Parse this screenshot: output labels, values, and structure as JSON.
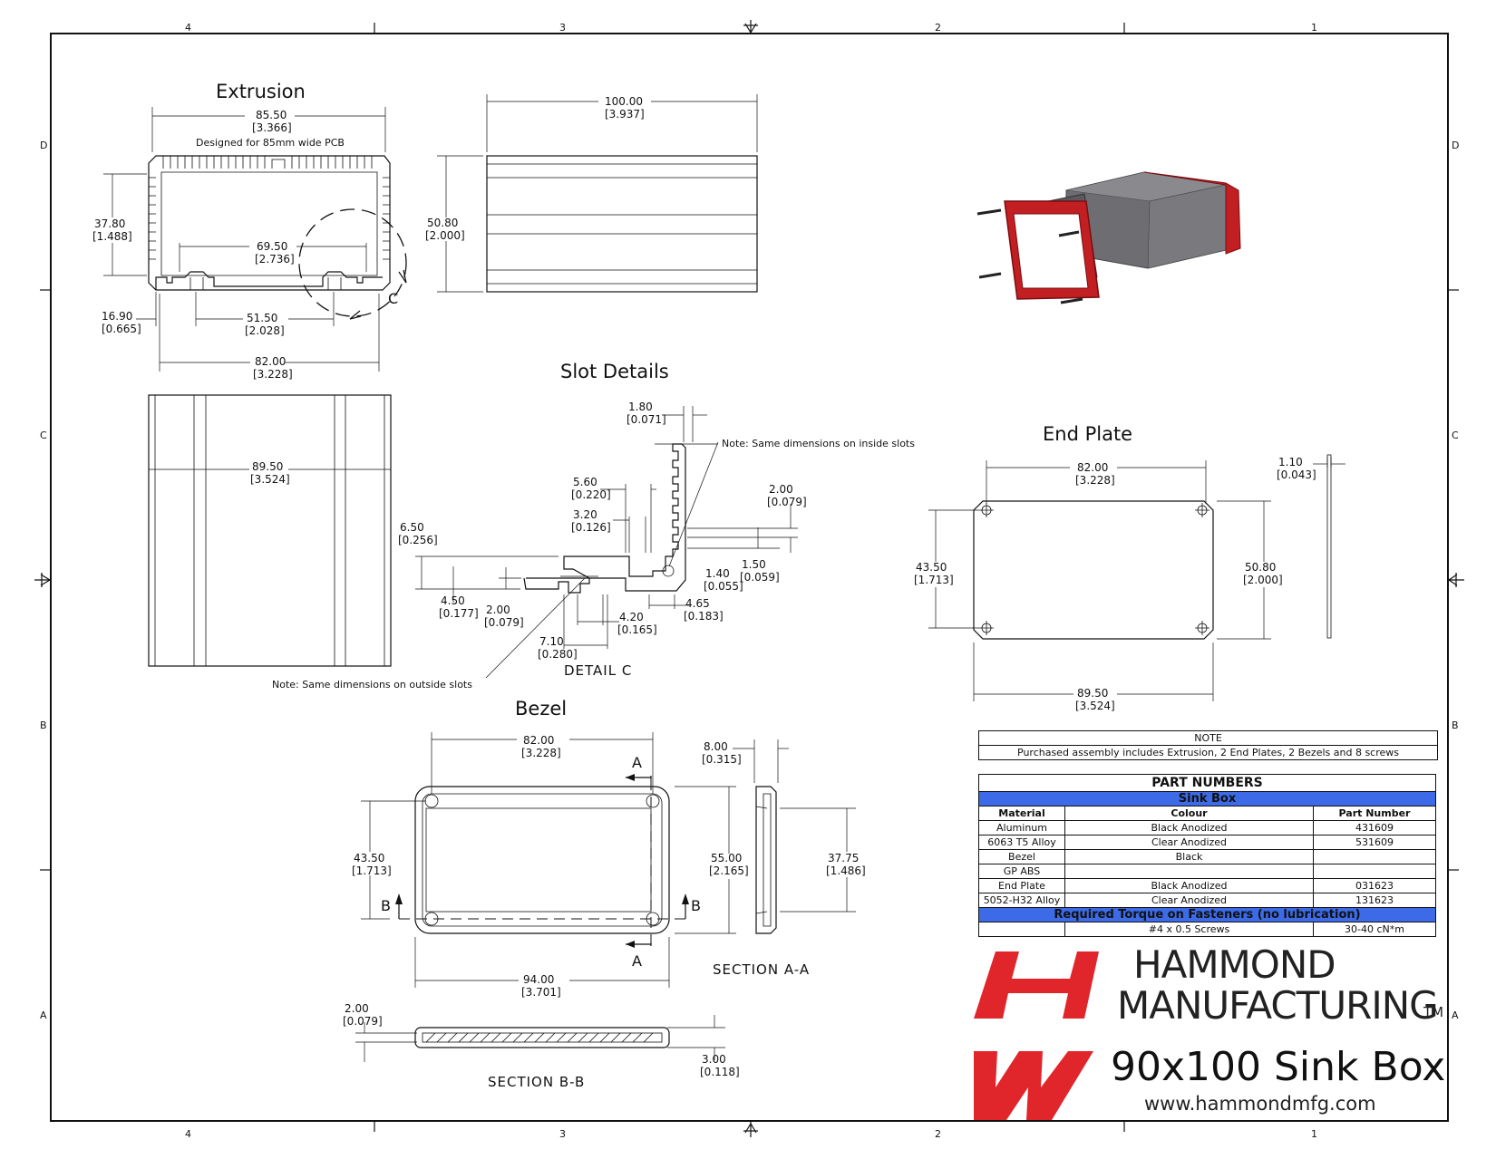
{
  "grid": {
    "cols": [
      "4",
      "3",
      "2",
      "1"
    ],
    "rows": [
      "D",
      "C",
      "B",
      "A"
    ]
  },
  "views": {
    "extrusion_title": "Extrusion",
    "slot_title": "Slot Details",
    "endplate_title": "End Plate",
    "bezel_title": "Bezel",
    "detail_c": "DETAIL  C",
    "section_aa": "SECTION  A-A",
    "section_bb": "SECTION  B-B",
    "marker_c": "C",
    "marker_a": "A",
    "marker_b": "B"
  },
  "extrusion": {
    "w_mm": "85.50",
    "w_in": "[3.366]",
    "pcb_note": "Designed for 85mm wide PCB",
    "h_mm": "37.80",
    "h_in": "[1.488]",
    "inner_mm": "69.50",
    "inner_in": "[2.736]",
    "off_mm": "16.90",
    "off_in": "[0.665]",
    "slot_mm": "51.50",
    "slot_in": "[2.028]",
    "base_mm": "82.00",
    "base_in": "[3.228]",
    "len_mm": "100.00",
    "len_in": "[3.937]",
    "ht_mm": "50.80",
    "ht_in": "[2.000]",
    "bottom_mm": "89.50",
    "bottom_in": "[3.524]"
  },
  "slot": {
    "d1_mm": "1.80",
    "d1_in": "[0.071]",
    "inside_note": "Note: Same dimensions on inside slots",
    "d2_mm": "5.60",
    "d2_in": "[0.220]",
    "d3_mm": "3.20",
    "d3_in": "[0.126]",
    "d4_mm": "2.00",
    "d4_in": "[0.079]",
    "d5_mm": "6.50",
    "d5_in": "[0.256]",
    "d6_mm": "1.50",
    "d6_in": "[0.059]",
    "d7_mm": "1.40",
    "d7_in": "[0.055]",
    "d8_mm": "4.50",
    "d8_in": "[0.177]",
    "d9_mm": "2.00",
    "d9_in": "[0.079]",
    "d10_mm": "4.20",
    "d10_in": "[0.165]",
    "d11_mm": "4.65",
    "d11_in": "[0.183]",
    "d12_mm": "7.10",
    "d12_in": "[0.280]",
    "outside_note": "Note: Same dimensions on outside slots"
  },
  "endplate": {
    "w_mm": "82.00",
    "w_in": "[3.228]",
    "t_mm": "1.10",
    "t_in": "[0.043]",
    "h_mm": "43.50",
    "h_in": "[1.713]",
    "oh_mm": "50.80",
    "oh_in": "[2.000]",
    "ow_mm": "89.50",
    "ow_in": "[3.524]"
  },
  "bezel": {
    "w_mm": "82.00",
    "w_in": "[3.228]",
    "d_mm": "8.00",
    "d_in": "[0.315]",
    "h_mm": "43.50",
    "h_in": "[1.713]",
    "oh_mm": "55.00",
    "oh_in": "[2.165]",
    "sh_mm": "37.75",
    "sh_in": "[1.486]",
    "ow_mm": "94.00",
    "ow_in": "[3.701]",
    "t_mm": "2.00",
    "t_in": "[0.079]",
    "bt_mm": "3.00",
    "bt_in": "[0.118]"
  },
  "note": {
    "header": "NOTE",
    "text": "Purchased assembly includes Extrusion, 2 End Plates, 2 Bezels and 8 screws"
  },
  "parts": {
    "title": "PART NUMBERS",
    "subtitle": "Sink Box",
    "col_material": "Material",
    "col_colour": "Colour",
    "col_part": "Part Number",
    "rows": [
      [
        "Aluminum",
        "Black Anodized",
        "431609"
      ],
      [
        "6063 T5 Alloy",
        "Clear Anodized",
        "531609"
      ],
      [
        "Bezel",
        "Black",
        ""
      ],
      [
        "GP ABS",
        "",
        ""
      ],
      [
        "End Plate",
        "Black Anodized",
        "031623"
      ],
      [
        "5052-H32 Alloy",
        "Clear Anodized",
        "131623"
      ]
    ],
    "torque_title": "Required Torque on Fasteners (no lubrication)",
    "torque_item": "#4 x 0.5 Screws",
    "torque_value": "30-40 cN*m"
  },
  "brand": {
    "line1": "HAMMOND",
    "line2": "MANUFACTURING",
    "tm": "TM",
    "product": "90x100 Sink Box",
    "website": "www.hammondmfg.com",
    "red": "#e0262b",
    "blue": "#3d6ae6"
  }
}
